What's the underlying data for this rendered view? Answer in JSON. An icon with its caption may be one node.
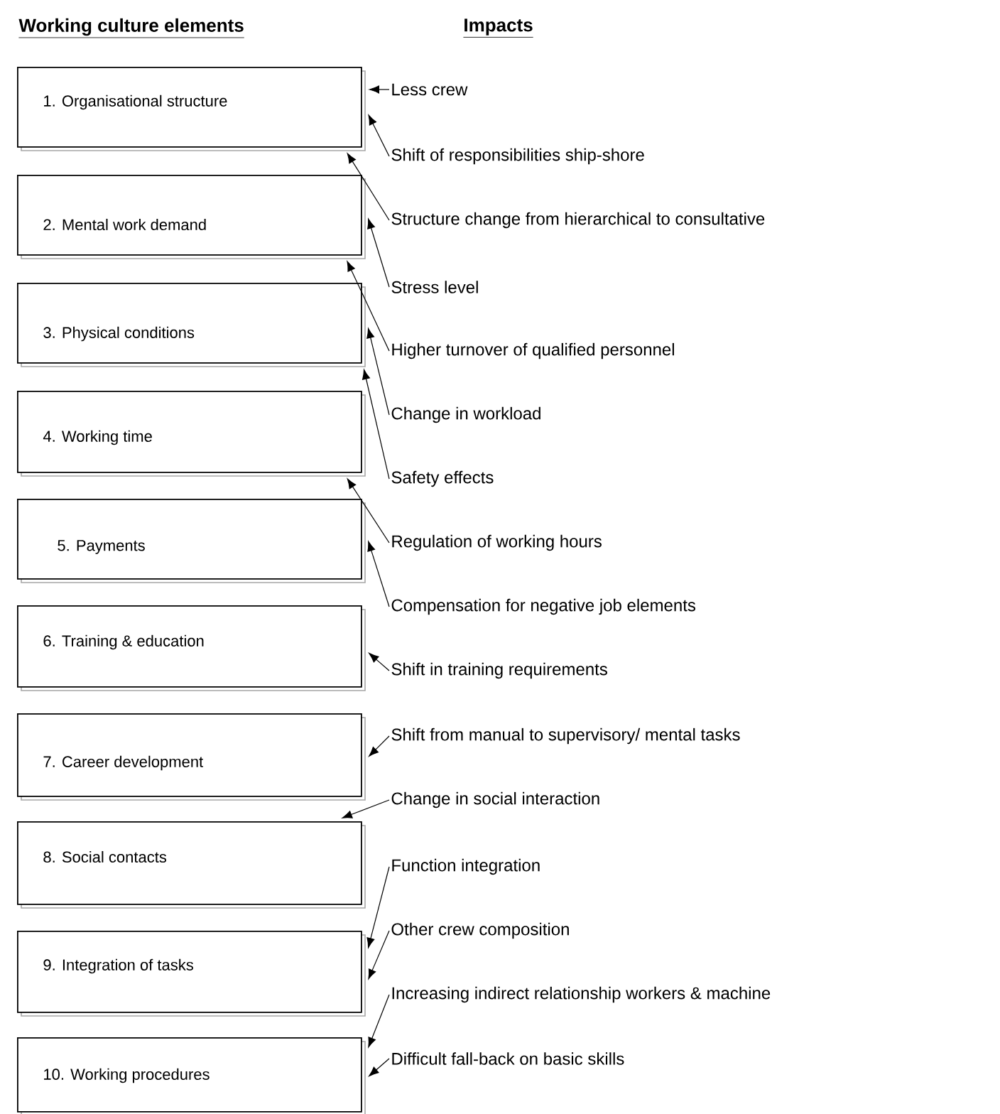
{
  "diagram": {
    "title": "Working culture elements",
    "nodes": [
      {
        "text": [
          "1. Organisational structure"
        ]
      },
      {
        "text": [
          "2. Mental work demand"
        ]
      },
      {
        "text": [
          "3. Physical conditions"
        ]
      },
      {
        "text": [
          "4. Working time"
        ]
      },
      {
        "text": [
          "5. Payments"
        ]
      },
      {
        "text": [
          "6. Training & education"
        ]
      },
      {
        "text": [
          "7. Career development"
        ]
      },
      {
        "text": [
          "8. Social contacts"
        ]
      },
      {
        "text": [
          "9. Integration of tasks"
        ]
      },
      {
        "text": [
          "10. Working procedures"
        ]
      },
      {
        "text": [
          "Less crew"
        ]
      },
      {
        "text": [
          "Shift of responsibilities ship-shore"
        ]
      },
      {
        "text": [
          "Structure change from hierarchical to consultative"
        ]
      },
      {
        "text": [
          "Stress level"
        ]
      },
      {
        "text": [
          "Higher turnover of qualified personnel"
        ]
      },
      {
        "text": [
          "Change in workload"
        ]
      },
      {
        "text": [
          "Safety effects"
        ]
      },
      {
        "text": [
          "Regulation of working hours"
        ]
      },
      {
        "text": [
          "Compensation for negative job elements"
        ]
      },
      {
        "text": [
          "Shift in training requirements"
        ]
      },
      {
        "text": [
          "Shift from manual to supervisory/ mental tasks"
        ]
      },
      {
        "text": [
          "Change in social interaction"
        ]
      },
      {
        "text": [
          "Function integration"
        ]
      },
      {
        "text": [
          "Other crew composition"
        ]
      },
      {
        "text": [
          "Increasing indirect relationship workers & machine"
        ]
      },
      {
        "text": [
          "Difficult fall-back on basic skills"
        ]
      }
    ],
    "edges": [
      {
        "from": 10,
        "to": 0,
        "arrow": "to"
      },
      {
        "from": 11,
        "to": 0,
        "arrow": "to"
      },
      {
        "from": 12,
        "to": 0,
        "arrow": "to"
      },
      {
        "from": 13,
        "to": 1,
        "arrow": "to"
      },
      {
        "from": 14,
        "to": 1,
        "arrow": "to"
      },
      {
        "from": 15,
        "to": 2,
        "arrow": "to"
      },
      {
        "from": 16,
        "to": 2,
        "arrow": "to"
      },
      {
        "from": 17,
        "to": 3,
        "arrow": "to"
      },
      {
        "from": 18,
        "to": 4,
        "arrow": "to"
      },
      {
        "from": 19,
        "to": 5,
        "arrow": "to"
      },
      {
        "from": 20,
        "to": 6,
        "arrow": "to"
      },
      {
        "from": 21,
        "to": 7,
        "arrow": "to"
      },
      {
        "from": 22,
        "to": 8,
        "arrow": "to"
      },
      {
        "from": 23,
        "to": 8,
        "arrow": "to"
      },
      {
        "from": 24,
        "to": 9,
        "arrow": "to"
      },
      {
        "from": 25,
        "to": 9,
        "arrow": "to"
      }
    ],
    "labels": [
      "Impacts"
    ]
  }
}
